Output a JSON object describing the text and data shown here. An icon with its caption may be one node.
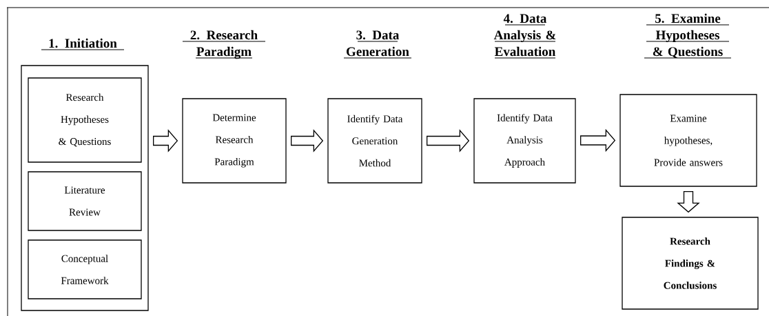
{
  "diagram": {
    "nodes": [
      {
        "text": [
          "1. Initiation"
        ]
      },
      {
        "text": [
          "Research Hypotheses & Questions"
        ],
        "in": 0
      },
      {
        "text": [
          "Literature Review"
        ],
        "in": 0
      },
      {
        "text": [
          "Conceptual Framework"
        ],
        "in": 0
      },
      {
        "text": [
          "2. Research Paradigm",
          "Determine Research Paradigm"
        ]
      },
      {
        "text": [
          "3. Data Generation",
          "Identify Data Generation Method"
        ]
      },
      {
        "text": [
          "4. Data Analysis & Evaluation",
          "Identify Data Analysis Approach"
        ]
      },
      {
        "text": [
          "5. Examine Hypotheses & Questions",
          "Examine hypotheses, Provide answers"
        ]
      },
      {
        "text": [
          "Research Findings & Conclusions"
        ]
      }
    ],
    "edges": [
      {
        "from": 0,
        "to": 4,
        "arrow": "to"
      },
      {
        "from": 4,
        "to": 5,
        "arrow": "to"
      },
      {
        "from": 5,
        "to": 6,
        "arrow": "to"
      },
      {
        "from": 6,
        "to": 7,
        "arrow": "to"
      },
      {
        "from": 7,
        "to": 8,
        "arrow": "to"
      }
    ]
  }
}
